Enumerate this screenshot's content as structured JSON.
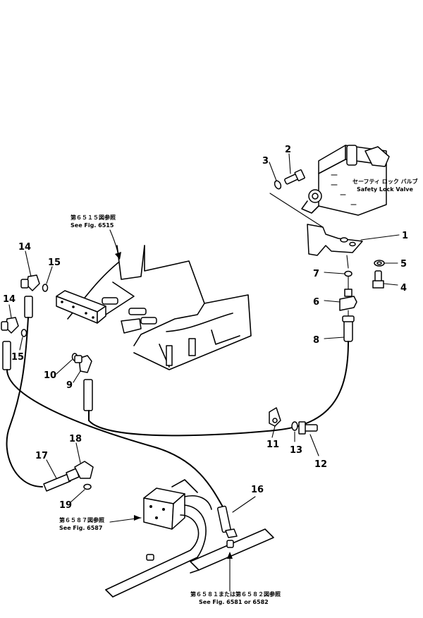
{
  "callouts": {
    "c1": "1",
    "c2": "2",
    "c3": "3",
    "c4": "4",
    "c5": "5",
    "c6": "6",
    "c7": "7",
    "c8": "8",
    "c9": "9",
    "c10": "10",
    "c11": "11",
    "c12": "12",
    "c13": "13",
    "c14a": "14",
    "c14b": "14",
    "c15a": "15",
    "c15b": "15",
    "c16": "16",
    "c17": "17",
    "c18": "18",
    "c19": "19"
  },
  "notes": {
    "valve_jp": "セーフティ ロック バルブ",
    "valve_en": "Safety Lock Valve",
    "fig6515_jp": "第６５１５図参照",
    "fig6515_en": "See Fig. 6515",
    "fig6587_jp": "第６５８７図参照",
    "fig6587_en": "See Fig. 6587",
    "fig6581_jp": "第６５８１または第６５８２図参照",
    "fig6581_en": "See Fig. 6581 or 6582"
  }
}
